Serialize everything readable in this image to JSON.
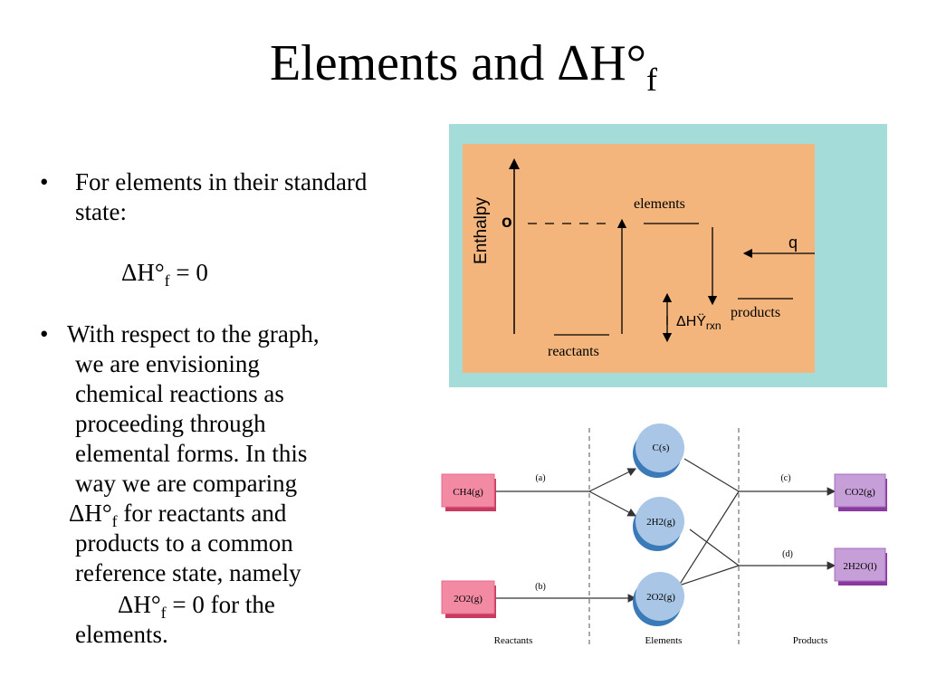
{
  "title": {
    "text": "Elements and ΔH°",
    "sub": "f"
  },
  "bullets": {
    "b1_dot": "•",
    "b1_text": "For elements in their standard state:",
    "eq1_pre": "ΔH°",
    "eq1_sub": "f",
    "eq1_post": " = 0",
    "b2_dot": "•",
    "b2_first": "With respect to the graph,",
    "b2_lines": [
      "we are envisioning",
      "chemical reactions as",
      "proceeding through",
      "elemental forms.  In this",
      "way we are comparing"
    ],
    "b2_dh_pre": "ΔH°",
    "b2_dh_sub": "f",
    "b2_dh_post": " for reactants and",
    "b2_lines2": [
      "products to a common",
      "reference state, namely"
    ],
    "eq2_pre": "ΔH°",
    "eq2_sub": "f",
    "eq2_post": " = 0 for the",
    "b2_last": "elements."
  },
  "enthalpy_diagram": {
    "axis_label": "Enthalpy",
    "zero_label": "o",
    "elements_label": "elements",
    "q_label": "q",
    "products_label": "products",
    "reactants_label": "reactants",
    "dh_label": "ΔHŸ",
    "dh_sub": "rxn",
    "colors": {
      "outer": "#a3dcd9",
      "inner": "#f3b57c"
    }
  },
  "flow_diagram": {
    "reactants": [
      "CH4(g)",
      "2O2(g)"
    ],
    "elements": [
      "C(s)",
      "2H2(g)",
      "2O2(g)"
    ],
    "products": [
      "CO2(g)",
      "2H2O(l)"
    ],
    "arrow_labels": [
      "(a)",
      "(b)",
      "(c)",
      "(d)"
    ],
    "column_labels": [
      "Reactants",
      "Elements",
      "Products"
    ],
    "colors": {
      "reactant": "#f28aa3",
      "element": "#a9c6e6",
      "product": "#c79fd8"
    }
  }
}
